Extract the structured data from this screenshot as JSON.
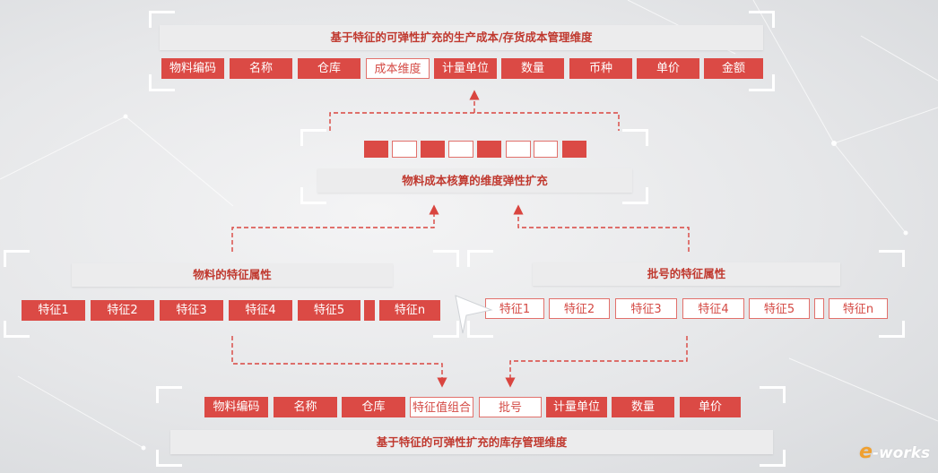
{
  "top_section": {
    "title": "基于特征的可弹性扩充的生产成本/存货成本管理维度",
    "cells": [
      {
        "label": "物料编码",
        "style": "red"
      },
      {
        "label": "名称",
        "style": "red"
      },
      {
        "label": "仓库",
        "style": "red"
      },
      {
        "label": "成本维度",
        "style": "white"
      },
      {
        "label": "计量单位",
        "style": "red"
      },
      {
        "label": "数量",
        "style": "red"
      },
      {
        "label": "币种",
        "style": "red"
      },
      {
        "label": "单价",
        "style": "red"
      },
      {
        "label": "金额",
        "style": "red"
      }
    ]
  },
  "middle_section": {
    "squares": [
      "red",
      "white",
      "red",
      "white",
      "red",
      "white",
      "white",
      "red"
    ],
    "label": "物料成本核算的维度弹性扩充"
  },
  "material_section": {
    "title": "物料的特征属性",
    "features": [
      "特征1",
      "特征2",
      "特征3",
      "特征4",
      "特征5",
      "",
      "特征n"
    ]
  },
  "batch_section": {
    "title": "批号的特征属性",
    "features": [
      "特征1",
      "特征2",
      "特征3",
      "特征4",
      "特征5",
      "",
      "特征n"
    ]
  },
  "bottom_section": {
    "title": "基于特征的可弹性扩充的库存管理维度",
    "cells": [
      {
        "label": "物料编码",
        "style": "red"
      },
      {
        "label": "名称",
        "style": "red"
      },
      {
        "label": "仓库",
        "style": "red"
      },
      {
        "label": "特征值组合",
        "style": "white"
      },
      {
        "label": "批号",
        "style": "white"
      },
      {
        "label": "计量单位",
        "style": "red"
      },
      {
        "label": "数量",
        "style": "red"
      },
      {
        "label": "单价",
        "style": "red"
      }
    ]
  },
  "colors": {
    "accent_red": "#db4a45",
    "connector": "#d9453f",
    "banner_bg": "#ececed"
  },
  "watermark": {
    "text": "e-works",
    "e": "e",
    "rest": "-works"
  }
}
